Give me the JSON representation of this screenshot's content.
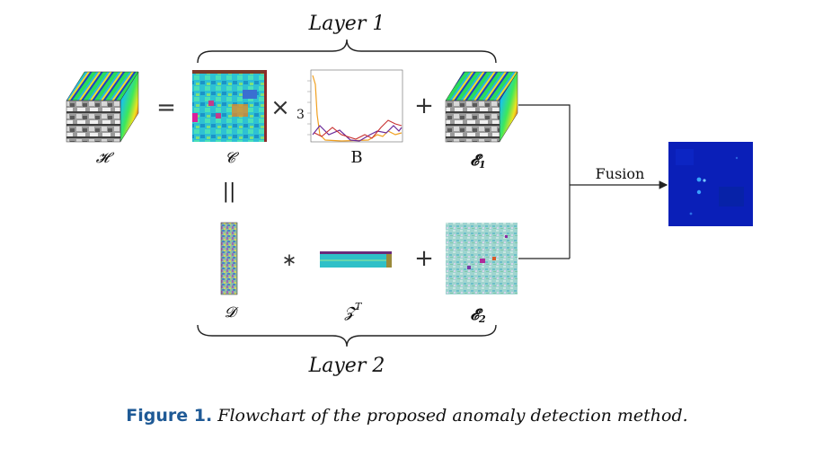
{
  "layer1": "Layer 1",
  "layer2": "Layer 2",
  "symbols": {
    "H": "𝓗",
    "C": "𝓒",
    "B": "B",
    "E1_base": "𝓔",
    "E1_sub": "1",
    "D": "𝓓",
    "ZT": "𝓩",
    "ZT_sup": "T",
    "E2_base": "𝓔",
    "E2_sub": "2",
    "equals": "=",
    "times": "×",
    "times_sub": "3",
    "plus": "+",
    "star": "∗",
    "parallel": "||"
  },
  "fusion": "Fusion",
  "caption": {
    "label": "Figure 1.",
    "text": "Flowchart of the proposed anomaly detection method."
  },
  "colors": {
    "caption_label": "#1f5a96",
    "fusion_bg": "#0a1fb8"
  }
}
